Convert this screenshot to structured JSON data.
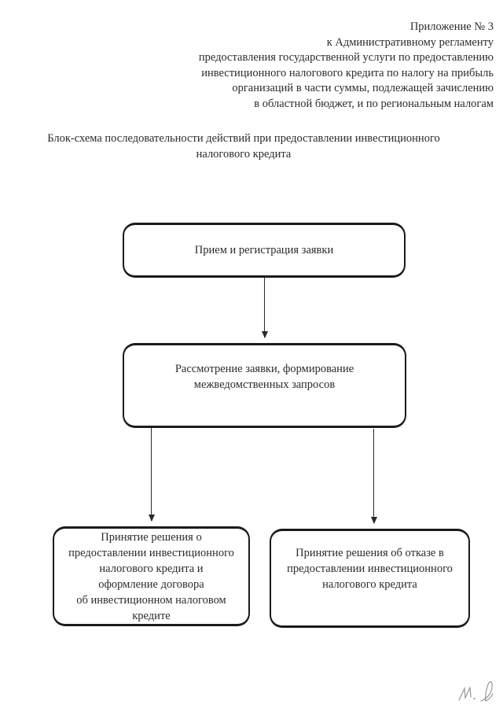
{
  "header": {
    "lines": [
      "Приложение № 3",
      "к Административному регламенту",
      "предоставления государственной услуги по предоставлению",
      "инвестиционного налогового кредита по налогу на прибыль",
      "организаций в части суммы, подлежащей зачислению",
      "в областной бюджет, и по региональным налогам"
    ]
  },
  "title": "Блок-схема последовательности действий при предоставлении инвестиционного\nналогового кредита",
  "flowchart": {
    "nodes": [
      {
        "id": "receive",
        "label": "Прием и регистрация заявки"
      },
      {
        "id": "review",
        "label": "Рассмотрение заявки, формирование\nмежведомственных запросов"
      },
      {
        "id": "approve",
        "label": "Принятие решения о\nпредоставлении инвестиционного\nналогового кредита и\nоформление договора\nоб инвестиционном налоговом\nкредите"
      },
      {
        "id": "reject",
        "label": "Принятие решения об отказе в\nпредоставлении инвестиционного\nналогового кредита"
      }
    ]
  },
  "colors": {
    "ink": "#1b1b1b",
    "text": "#2b2b2b",
    "background": "#ffffff",
    "signature_ink": "#8f8f8f"
  },
  "signature": {
    "description": "handwritten initials"
  }
}
